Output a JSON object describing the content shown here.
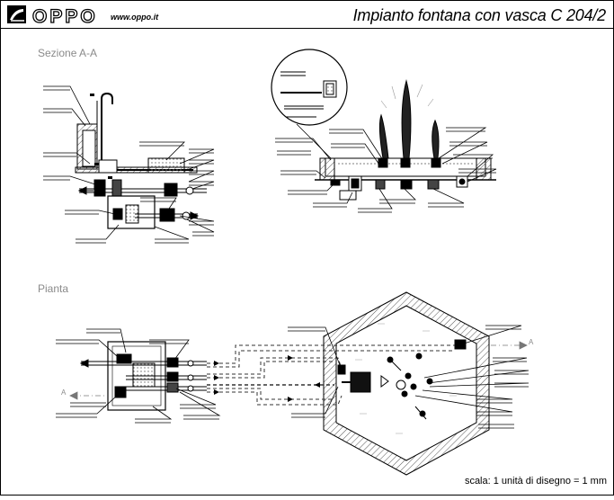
{
  "header": {
    "brand": "OPPO",
    "website": "www.oppo.it",
    "title": "Impianto fontana con vasca C 204/2"
  },
  "sections": {
    "section_label": "Sezione A-A",
    "plan_label": "Pianta"
  },
  "markers": {
    "section_mark": "A"
  },
  "footer": {
    "scale": "scala: 1 unità di disegno = 1 mm"
  },
  "colors": {
    "line": "#000000",
    "hatch": "#555555",
    "pipe_dashed": "#333333",
    "label_grey": "#8a8a8a"
  }
}
